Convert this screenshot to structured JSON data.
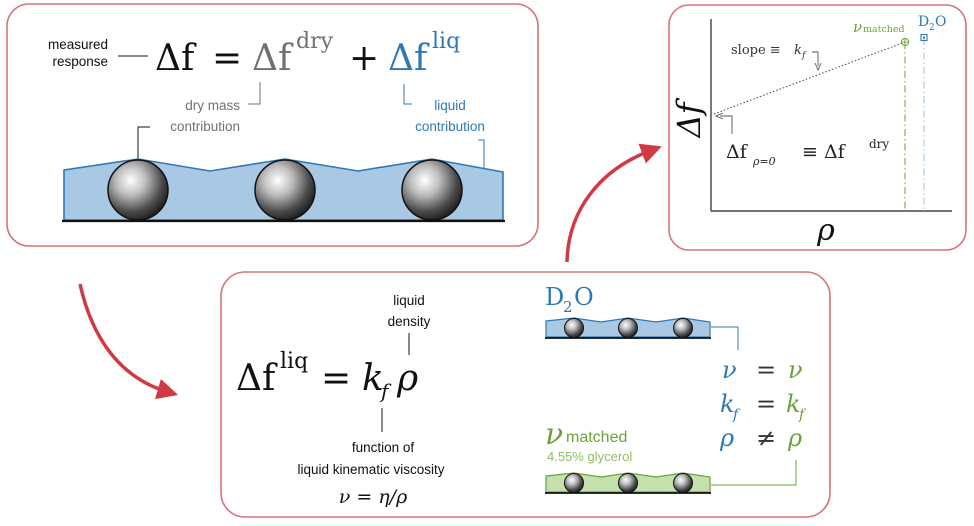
{
  "colors": {
    "panel_border": "#d9737b",
    "arrow": "#d03a44",
    "blue": "#2f78b4",
    "blue_fill": "#a9c8e3",
    "green": "#6aa33a",
    "green_light": "#8fbf5f",
    "green_fill": "#c5dfae",
    "gray": "#707070",
    "black": "#111111"
  },
  "panel_top_left": {
    "measured_line1": "measured",
    "measured_line2": "response",
    "delta_f": "Δf",
    "equals": "=",
    "delta_f_dry_base": "Δf",
    "dry_sup": "dry",
    "plus": "+",
    "delta_f_liq_base": "Δf",
    "liq_sup": "liq",
    "dry_label_line1": "dry mass",
    "dry_label_line2": "contribution",
    "liquid_label_line1": "liquid",
    "liquid_label_line2": "contribution"
  },
  "panel_top_right": {
    "nu": "ν",
    "matched": "matched",
    "d2o_D": "D",
    "d2o_2": "2",
    "d2o_O": "O",
    "slope_text": "slope ≡ ",
    "slope_k": "k",
    "slope_f": "f",
    "y_axis": "Δf",
    "x_axis": "ρ",
    "intercept_base": "Δf",
    "intercept_sub": "ρ=0",
    "intercept_equiv": "≡ Δf",
    "intercept_sup": "dry"
  },
  "panel_bottom": {
    "delta_f_base": "Δf",
    "liq_sup": "liq",
    "equals": "=",
    "k": "k",
    "f": "f",
    "rho": "ρ",
    "density_line1": "liquid",
    "density_line2": "density",
    "function_line1": "function of",
    "function_line2": "liquid kinematic viscosity",
    "nu_eq": "ν = η/ρ",
    "d2o_D": "D",
    "d2o_2": "2",
    "d2o_O": "O",
    "nu_matched_nu": "ν",
    "nu_matched_sub": "matched",
    "glycerol": "4.55% glycerol",
    "cmp_nu_left": "ν",
    "cmp_nu_op": "=",
    "cmp_nu_right": "ν",
    "cmp_k_left": "k",
    "cmp_k_left_sub": "f",
    "cmp_k_op": "=",
    "cmp_k_right": "k",
    "cmp_k_right_sub": "f",
    "cmp_rho_left": "ρ",
    "cmp_rho_op": "≠",
    "cmp_rho_right": "ρ"
  }
}
